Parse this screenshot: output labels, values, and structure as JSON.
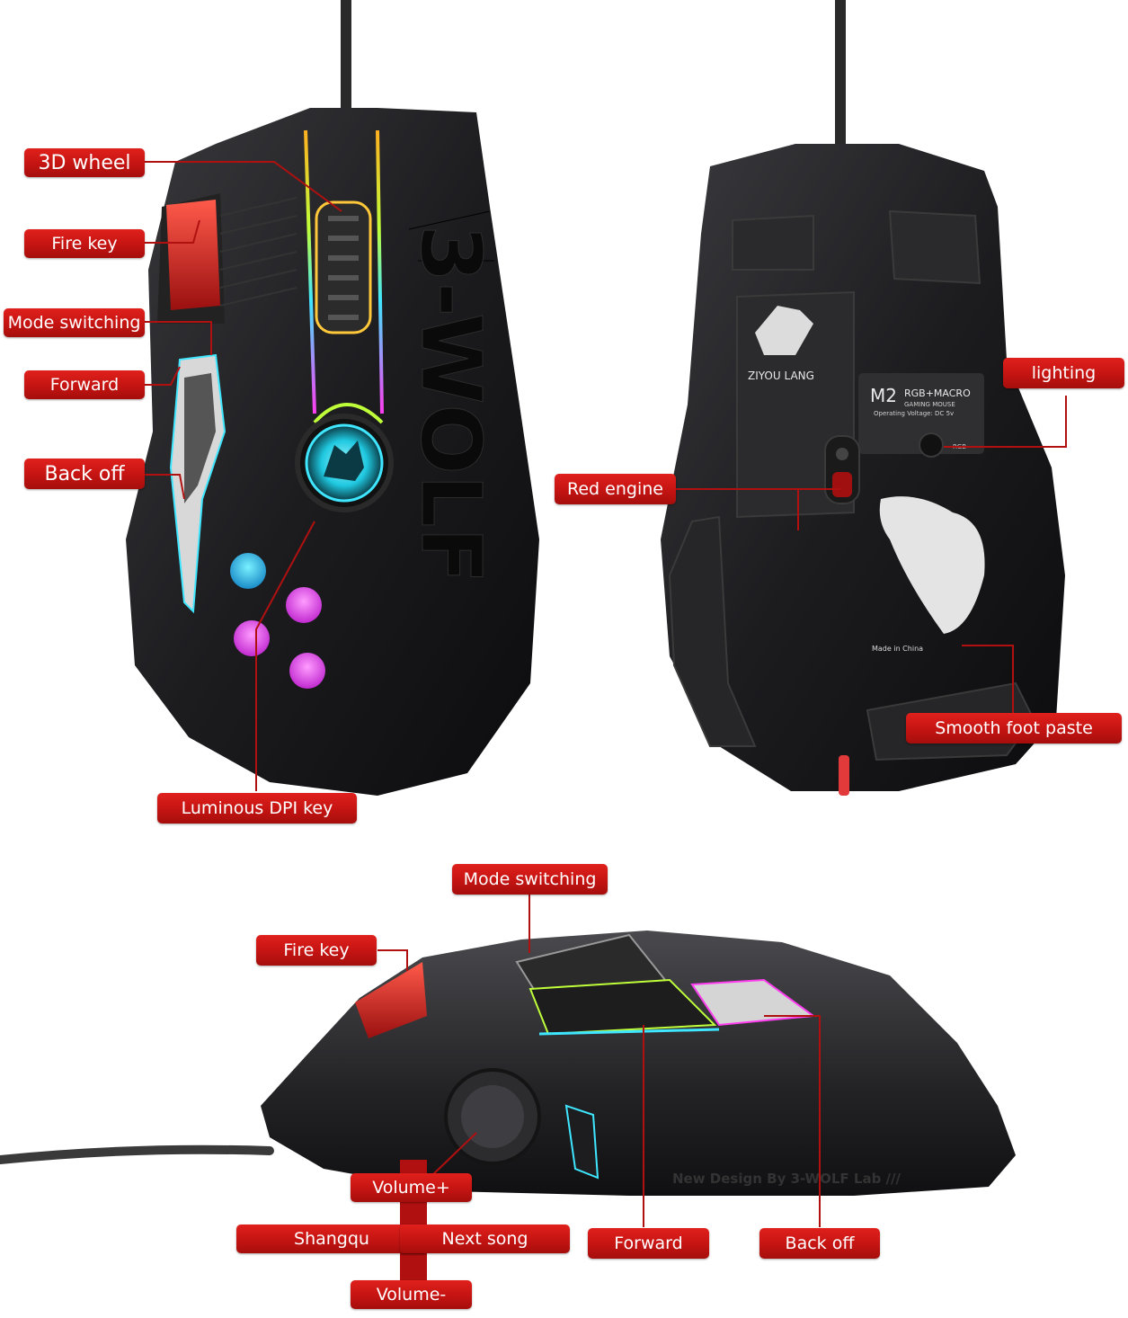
{
  "top_left": {
    "callouts": {
      "wheel": "3D wheel",
      "fire_key": "Fire key",
      "mode_switching": "Mode switching",
      "forward": "Forward",
      "back_off": "Back off",
      "dpi_key": "Luminous DPI key"
    },
    "shell_text": "3-WOLF"
  },
  "top_right": {
    "callouts": {
      "lighting": "lighting",
      "red_engine": "Red engine",
      "foot_paste": "Smooth foot paste"
    },
    "brand": "ZIYOU LANG",
    "model": "M2",
    "model_sub_1": "RGB+MACRO",
    "model_sub_2": "GAMING MOUSE",
    "voltage": "Operating Voltage: DC 5v",
    "rgb_button": "RGB",
    "origin": "Made in China"
  },
  "bottom": {
    "callouts": {
      "mode_switching": "Mode switching",
      "fire_key": "Fire key",
      "volume_up": "Volume+",
      "prev_song": "Shangqu",
      "next_song": "Next song",
      "volume_down": "Volume-",
      "forward": "Forward",
      "back_off": "Back off"
    },
    "side_text": "New Design By 3-WOLF Lab ///"
  },
  "colors": {
    "callout_red": "#c41412",
    "leader_red": "#b01010",
    "mouse_body": "#1d1d1f",
    "accent_cyan": "#3fe6ff",
    "accent_magenta": "#ff3cf0"
  }
}
